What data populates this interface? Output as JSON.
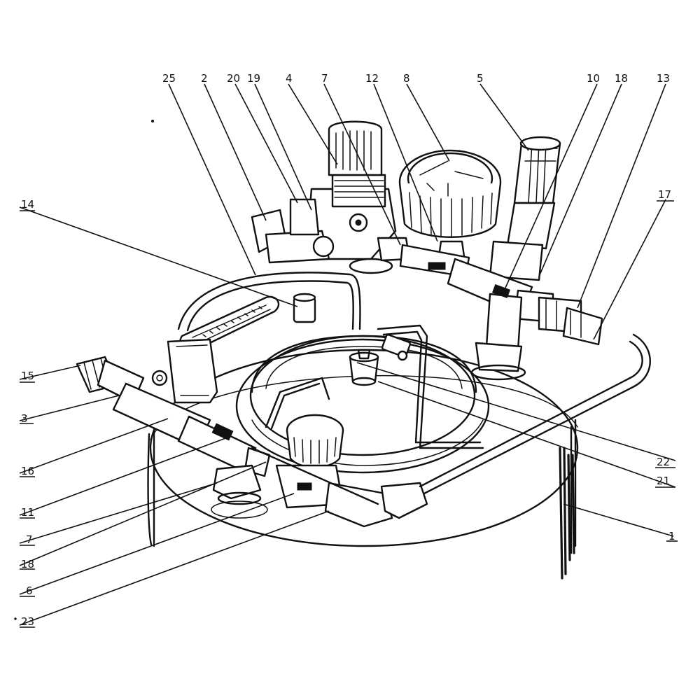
{
  "callouts": {
    "top": [
      "25",
      "2",
      "20",
      "19",
      "4",
      "7",
      "12",
      "8",
      "5",
      "10",
      "18",
      "13"
    ],
    "right": [
      "17",
      "22",
      "21",
      "1"
    ],
    "left": [
      "14",
      "15",
      "3",
      "16",
      "11",
      "7",
      "18",
      "6",
      "23"
    ]
  }
}
